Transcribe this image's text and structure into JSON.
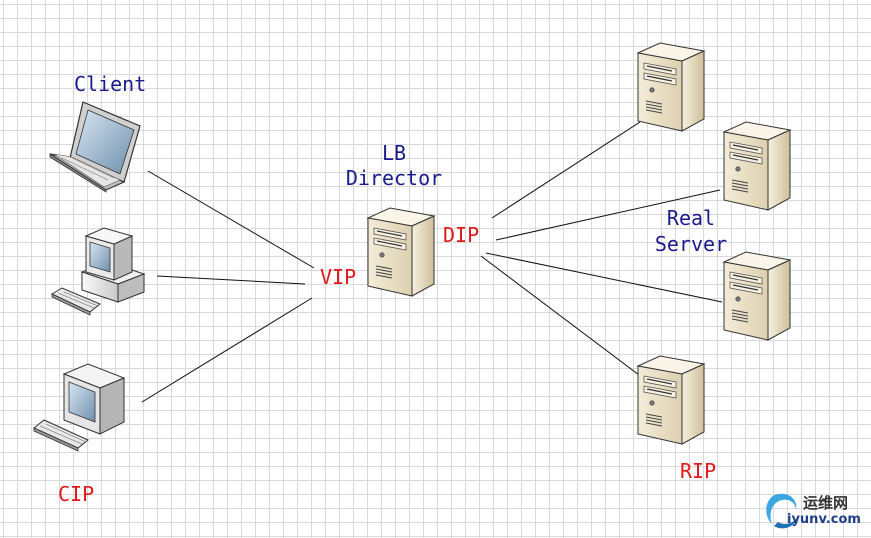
{
  "labels": {
    "client": "Client",
    "lb_line1": "LB",
    "lb_line2": "Director",
    "real_line1": "Real",
    "real_line2": "Server",
    "vip": "VIP",
    "dip": "DIP",
    "cip": "CIP",
    "rip": "RIP"
  },
  "watermark": {
    "cn": "运维网",
    "url": "iyunv.com"
  },
  "icons": {
    "clients": [
      "laptop-icon",
      "desktop-computer-icon",
      "terminal-computer-icon"
    ],
    "director": "server-icon",
    "servers": [
      "server-icon",
      "server-icon",
      "server-icon",
      "server-icon"
    ]
  },
  "colors": {
    "label_blue": "#1a1a8c",
    "label_red": "#e01a1a",
    "grid": "#d9d9d9",
    "server_beige": "#ede2c8"
  }
}
